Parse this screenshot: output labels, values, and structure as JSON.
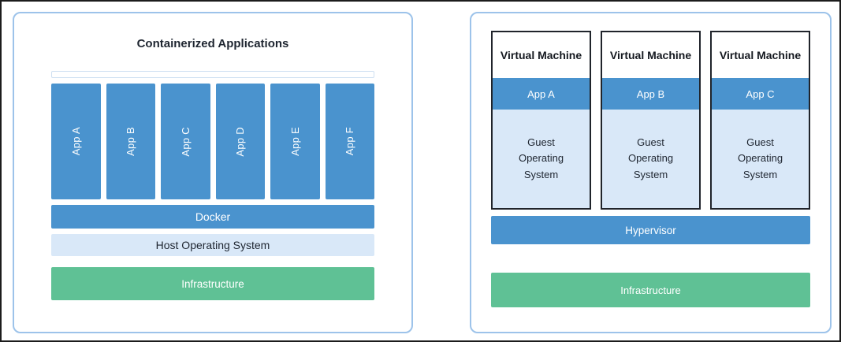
{
  "diagram": {
    "left": {
      "title": "Containerized Applications",
      "apps": [
        "App A",
        "App B",
        "App C",
        "App D",
        "App E",
        "App F"
      ],
      "docker_label": "Docker",
      "host_os_label": "Host Operating System",
      "infrastructure_label": "Infrastructure"
    },
    "right": {
      "vm_title": "Virtual Machine",
      "vm_apps": [
        "App A",
        "App B",
        "App C"
      ],
      "guest_os_label": "Guest Operating System",
      "hypervisor_label": "Hypervisor",
      "infrastructure_label": "Infrastructure"
    },
    "colors": {
      "blue": "#4a93ce",
      "light_blue": "#d9e8f8",
      "green": "#5fc195",
      "panel_border": "#9dc3ea",
      "vm_border": "#20242b"
    }
  }
}
